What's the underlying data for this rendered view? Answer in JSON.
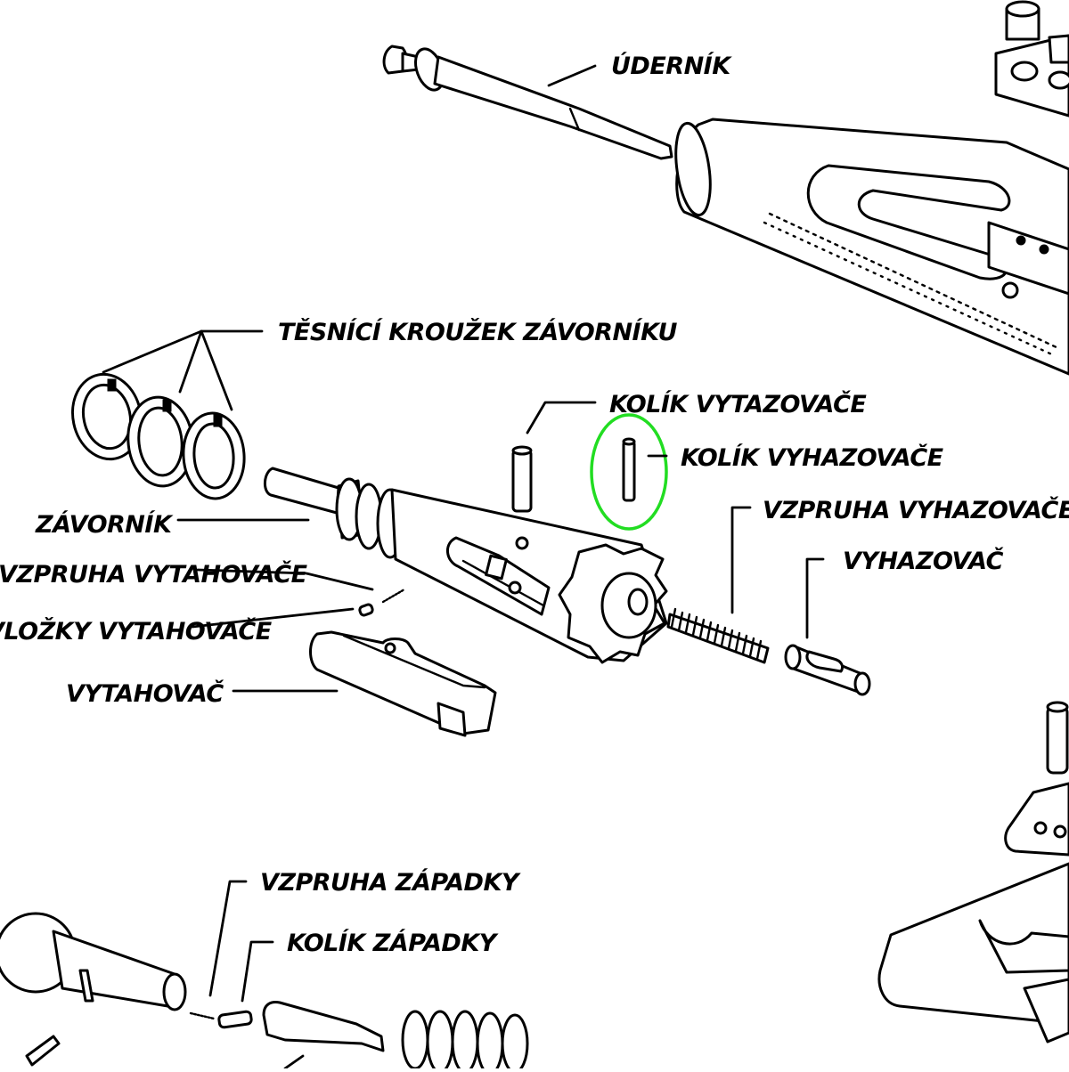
{
  "labels": {
    "firing_pin": "ÚDERNÍK",
    "gas_rings": "TĚSNÍCÍ KROUŽEK ZÁVORNÍKU",
    "extractor_pin": "KOLÍK VYTAZOVAČE",
    "ejector_pin": "KOLÍK VYHAZOVAČE",
    "ejector_spring": "VZPRUHA VYHAZOVAČE",
    "ejector": "VYHAZOVAČ",
    "bolt": "ZÁVORNÍK",
    "extractor_spring": "VZPRUHA VYTAHOVAČE",
    "extractor_insert": "VLOŽKY VYTAHOVAČE",
    "extractor": "VYTAHOVAČ",
    "catch_spring": "VZPRUHA ZÁPADKY",
    "catch_pin": "KOLÍK ZÁPADKY"
  },
  "highlight": {
    "target": "ejector_pin",
    "color": "#22dd22"
  },
  "colors": {
    "ink": "#000000",
    "background": "#ffffff"
  }
}
